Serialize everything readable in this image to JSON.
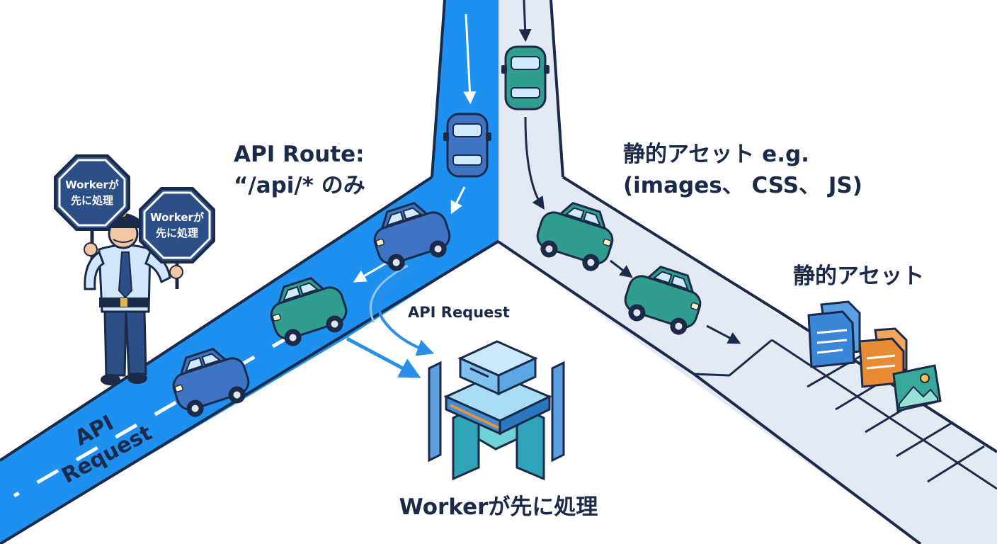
{
  "labels": {
    "api_route_line1": "API Route:",
    "api_route_line2": "“/api/* のみ",
    "static_line1": "静的アセット e.g.",
    "static_line2": "(images、 CSS、 JS)",
    "static_lot": "静的アセット",
    "api_request_small": "API Request",
    "road_line1": "API",
    "road_line2": "Request",
    "worker_caption": "Workerが先に処理"
  },
  "signs": [
    {
      "line1": "Workerが",
      "line2": "先に処理"
    },
    {
      "line1": "Workerが",
      "line2": "先に処理"
    }
  ],
  "colors": {
    "api_road": "#1e90f0",
    "static_road": "#e4eaf3",
    "outline": "#1c2a4a",
    "blue_car": "#3f73c4",
    "teal_car": "#2f9e8f",
    "sign": "#2b4f86",
    "doc_blue": "#3a86d9",
    "doc_orange": "#e98a35",
    "image_teal": "#38a89a"
  }
}
